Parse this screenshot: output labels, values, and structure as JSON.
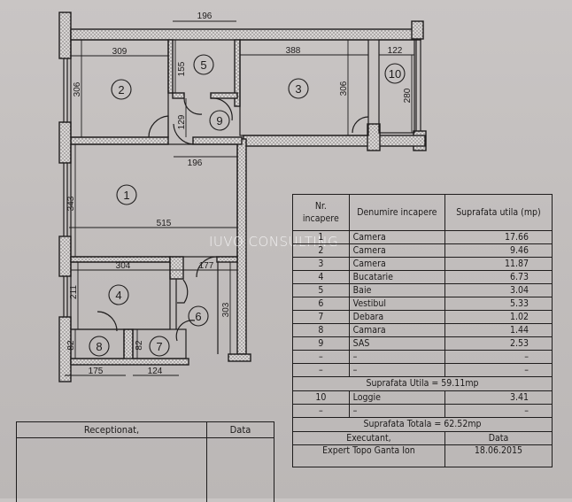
{
  "watermark": "IUVO CONSULTING",
  "floor_plan": {
    "rooms": [
      {
        "id": "1",
        "label": "1"
      },
      {
        "id": "2",
        "label": "2"
      },
      {
        "id": "3",
        "label": "3"
      },
      {
        "id": "4",
        "label": "4"
      },
      {
        "id": "5",
        "label": "5"
      },
      {
        "id": "6",
        "label": "6"
      },
      {
        "id": "7",
        "label": "7"
      },
      {
        "id": "8",
        "label": "8"
      },
      {
        "id": "9",
        "label": "9"
      },
      {
        "id": "10",
        "label": "10"
      }
    ],
    "dimensions": {
      "top_196": "196",
      "r2_width": "309",
      "r2_height": "306",
      "r5_height": "155",
      "r9_height": "129",
      "r3_width": "388",
      "r3_height": "306",
      "r10_width": "122",
      "r10_height": "280",
      "hall_196": "196",
      "r1_height": "343",
      "r1_width": "515",
      "r4_width": "304",
      "r6_width": "177",
      "r4_height": "211",
      "r6_height": "303",
      "r8_height": "82",
      "r7_height": "82",
      "bottom_175": "175",
      "bottom_124": "124"
    }
  },
  "room_table": {
    "headers": {
      "nr": "Nr. incapere",
      "name": "Denumire incapere",
      "area": "Suprafata utila (mp)"
    },
    "rows": [
      {
        "nr": "1",
        "name": "Camera",
        "area": "17.66"
      },
      {
        "nr": "2",
        "name": "Camera",
        "area": "9.46"
      },
      {
        "nr": "3",
        "name": "Camera",
        "area": "11.87"
      },
      {
        "nr": "4",
        "name": "Bucatarie",
        "area": "6.73"
      },
      {
        "nr": "5",
        "name": "Baie",
        "area": "3.04"
      },
      {
        "nr": "6",
        "name": "Vestibul",
        "area": "5.33"
      },
      {
        "nr": "7",
        "name": "Debara",
        "area": "1.02"
      },
      {
        "nr": "8",
        "name": "Camara",
        "area": "1.44"
      },
      {
        "nr": "9",
        "name": "SAS",
        "area": "2.53"
      },
      {
        "nr": "–",
        "name": "–",
        "area": "–"
      },
      {
        "nr": "–",
        "name": "–",
        "area": "–"
      }
    ],
    "useful_total": "Suprafata Utila = 59.11mp",
    "extra_rows": [
      {
        "nr": "10",
        "name": "Loggie",
        "area": "3.41"
      },
      {
        "nr": "–",
        "name": "–",
        "area": "–"
      }
    ],
    "grand_total": "Suprafata Totala = 62.52mp",
    "executant_label": "Executant,",
    "date_label": "Data",
    "executant_name": "Expert Topo Ganta Ion",
    "date_value": "18.06.2015"
  },
  "reception_box": {
    "label": "Receptionat,",
    "date_label": "Data"
  }
}
